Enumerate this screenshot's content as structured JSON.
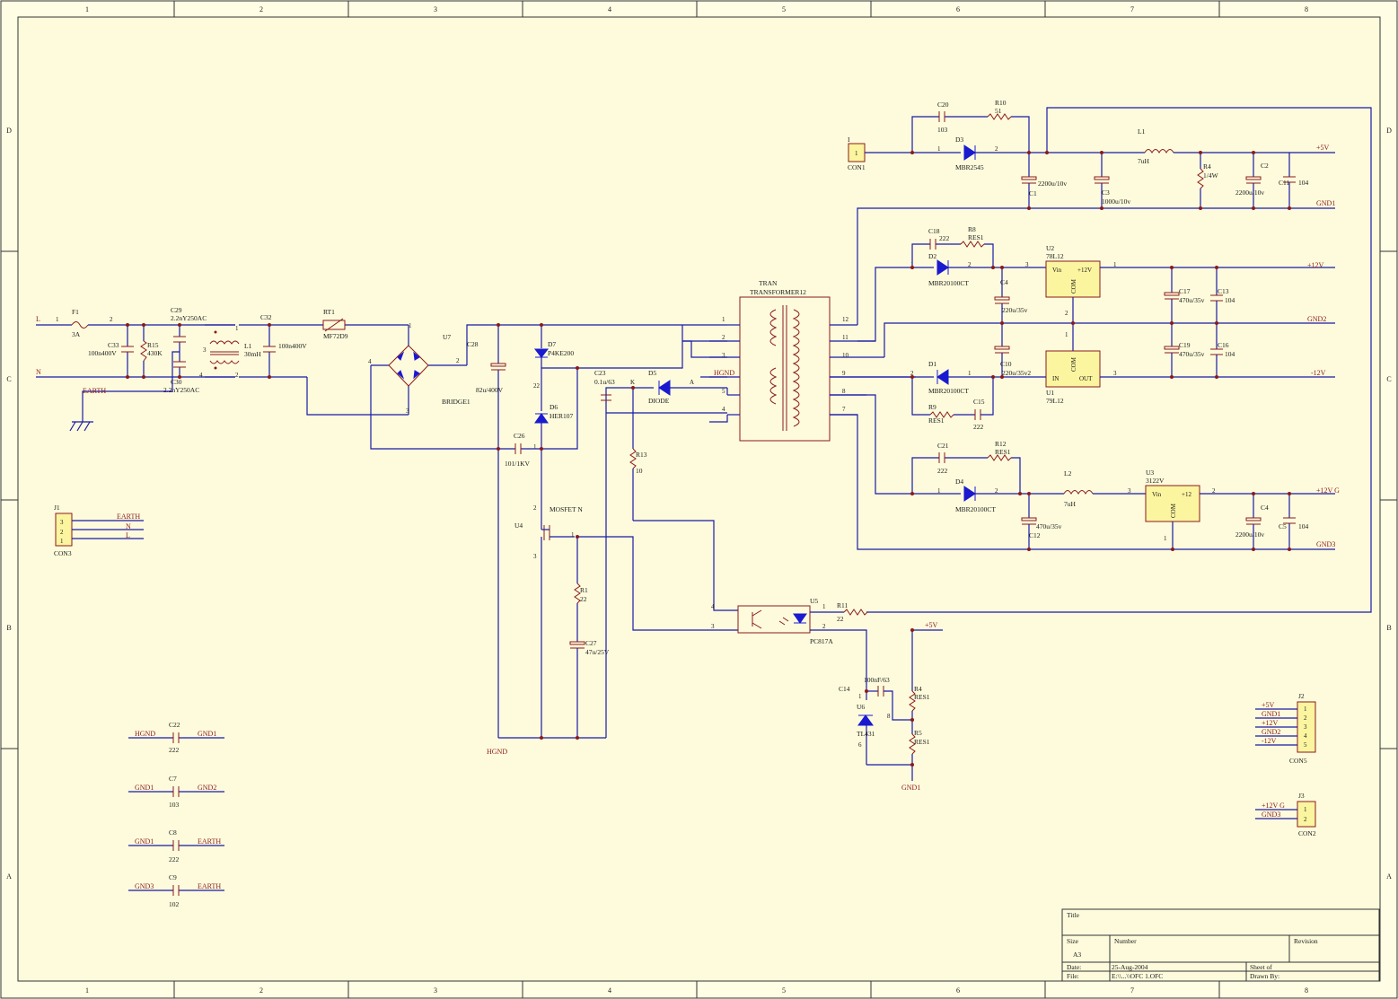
{
  "border": {
    "columns": [
      "1",
      "2",
      "3",
      "4",
      "5",
      "6",
      "7",
      "8"
    ],
    "rows": [
      "D",
      "C",
      "B",
      "A"
    ]
  },
  "title_block": {
    "title_label": "Title",
    "size_label": "Size",
    "size_value": "A3",
    "number_label": "Number",
    "revision_label": "Revision",
    "date_label": "Date:",
    "date_value": "25-Aug-2004",
    "sheet_label": "Sheet of",
    "file_label": "File:",
    "file_value": "E:\\\\...\\\\OFC 1.OFC",
    "drawn_label": "Drawn By:"
  },
  "components": {
    "F1": "F1",
    "F1v": "3A",
    "C33": "C33",
    "C33v": "100n400V",
    "R15": "R15",
    "R15v": "430K",
    "C29": "C29",
    "C29v": "2.2nY250AC",
    "C30": "C30",
    "C30v": "2.2nY250AC",
    "L1": "L1",
    "L1v": "30mH",
    "C32": "C32",
    "C32v": "100n400V",
    "RT1": "RT1",
    "RT1v": "MF72D9",
    "U7": "U7",
    "BRIDGE": "BRIDGE1",
    "C28": "C28",
    "C28v": "82u/400V",
    "C26": "C26",
    "C26v": "101/1KV",
    "D7": "D7",
    "D7v": "P4KE200",
    "D6": "D6",
    "D6v": "HER107",
    "C23": "C23",
    "C23v": "0.1u/63",
    "D5": "D5",
    "D5v": "DIODE",
    "R13": "R13",
    "R13v": "10",
    "U4": "U4",
    "MOS": "MOSFET N",
    "R1": "R1",
    "R1v": "22",
    "C27": "C27",
    "C27v": "47u/25V",
    "TRAN": "TRAN",
    "TRANv": "TRANSFORMER12",
    "U5": "U5",
    "U5v": "PC817A",
    "R11": "R11",
    "R11v": "22",
    "C14": "C14",
    "C14v": "100nF/63",
    "U6": "U6",
    "U6v": "TL431",
    "R4b": "R4",
    "R4bv": "RES1",
    "R5": "R5",
    "R5v": "RES1",
    "C20": "C20",
    "C20v": "103",
    "R10": "R10",
    "R10v": "51",
    "D3": "D3",
    "D3v": "MBR2545",
    "C1": "C1",
    "C1v": "2200u/10v",
    "C3": "C3",
    "C3v": "1000u/10v",
    "Lc": "L1",
    "Lcv": "7uH",
    "R4": "R4",
    "R4v": "1/4W",
    "C2": "C2",
    "C2v": "2200u/10v",
    "C11": "C11",
    "C11v": "104",
    "C18": "C18",
    "C18v": "222",
    "R8": "R8",
    "R8v": "RES1",
    "D2": "D2",
    "D2v": "MBR20100CT",
    "C4": "C4",
    "C4v": "220u/35v",
    "U2": "U2",
    "U2v": "78L12",
    "C17": "C17",
    "C17v": "470u/35v",
    "C13": "C13",
    "C13v": "104",
    "C10": "C10",
    "C10v": "220u/35v2",
    "D1": "D1",
    "D1v": "MBR20100CT",
    "R9": "R9",
    "R9v": "RES1",
    "C15": "C15",
    "C15v": "222",
    "U1": "U1",
    "U1v": "79L12",
    "C19": "C19",
    "C19v": "470u/35v",
    "C16": "C16",
    "C16v": "104",
    "C21": "C21",
    "C21v": "222",
    "R12": "R12",
    "R12v": "RES1",
    "D4": "D4",
    "D4v": "MBR20100CT",
    "C12": "C12",
    "C12v": "470u/35v",
    "L2": "L2",
    "L2v": "7uH",
    "U3": "U3",
    "U3v": "3122V",
    "C4b": "C4",
    "C4bv": "2200u/10v",
    "C5": "C5",
    "C5v": "104",
    "J1": "J1",
    "J1v": "CON3",
    "J2": "J2",
    "J2v": "CON5",
    "J3": "J3",
    "J3v": "CON2",
    "I": "I",
    "Iv": "CON1",
    "C22": "C22",
    "C22v": "222",
    "C7": "C7",
    "C7v": "103",
    "C8": "C8",
    "C8v": "222",
    "C9": "C9",
    "C9v": "102"
  },
  "nets": {
    "L": "L",
    "N": "N",
    "EARTH": "EARTH",
    "HGND": "HGND",
    "GND1": "GND1",
    "GND2": "GND2",
    "GND3": "GND3",
    "p5V": "+5V",
    "p12V": "+12V",
    "m12V": "-12V",
    "p12VG": "+12V G",
    "Vin": "Vin",
    "COM": "COM",
    "OUT": "OUT",
    "IN": "IN",
    "p12": "+12",
    "A": "A",
    "K": "K"
  }
}
